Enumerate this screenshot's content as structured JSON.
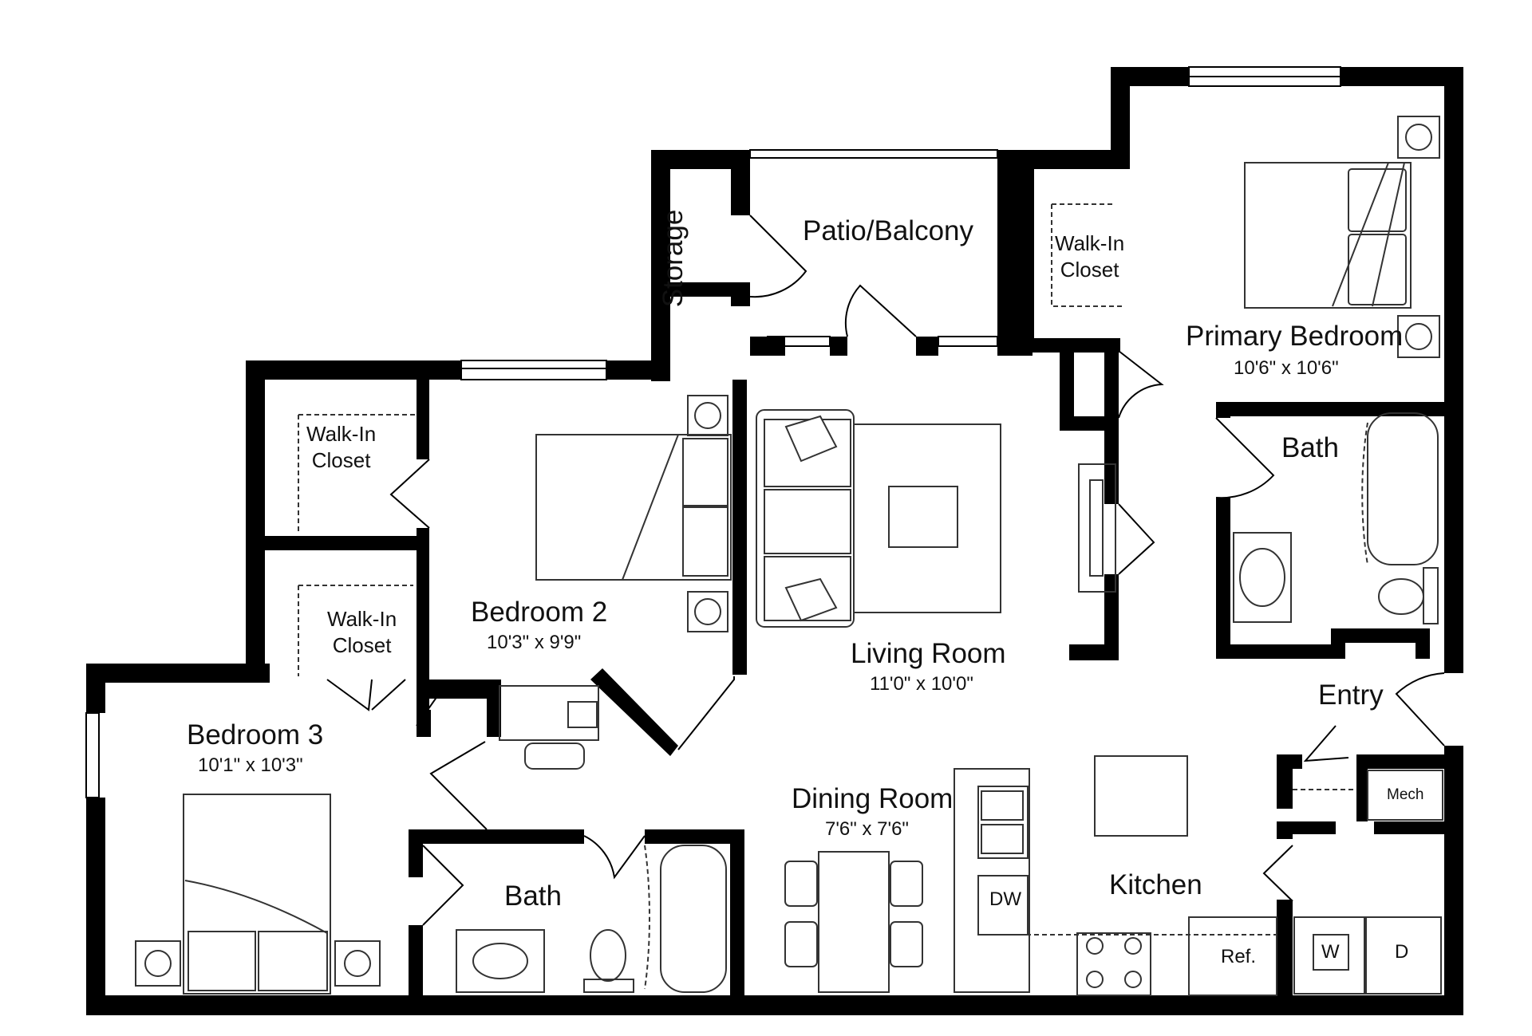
{
  "rooms": {
    "storage": {
      "name": "Storage"
    },
    "patio": {
      "name": "Patio/Balcony"
    },
    "walkin_primary": {
      "name": "Walk-In\nCloset"
    },
    "primary_bedroom": {
      "name": "Primary Bedroom",
      "dims": "10'6\" x 10'6\""
    },
    "primary_bath": {
      "name": "Bath"
    },
    "walkin_b2_upper": {
      "name": "Walk-In\nCloset"
    },
    "walkin_b2_lower": {
      "name": "Walk-In\nCloset"
    },
    "bedroom2": {
      "name": "Bedroom 2",
      "dims": "10'3\" x 9'9\""
    },
    "living_room": {
      "name": "Living Room",
      "dims": "11'0\" x 10'0\""
    },
    "entry": {
      "name": "Entry"
    },
    "bedroom3": {
      "name": "Bedroom 3",
      "dims": "10'1\" x 10'3\""
    },
    "dining_room": {
      "name": "Dining Room",
      "dims": "7'6\" x 7'6\""
    },
    "kitchen": {
      "name": "Kitchen"
    },
    "bath2": {
      "name": "Bath"
    }
  },
  "appliances": {
    "dishwasher": "DW",
    "refrigerator": "Ref.",
    "washer": "W",
    "dryer": "D",
    "mechanical": "Mech"
  },
  "colors": {
    "wall": "#000000",
    "fixture": "#333333",
    "background": "#ffffff"
  }
}
